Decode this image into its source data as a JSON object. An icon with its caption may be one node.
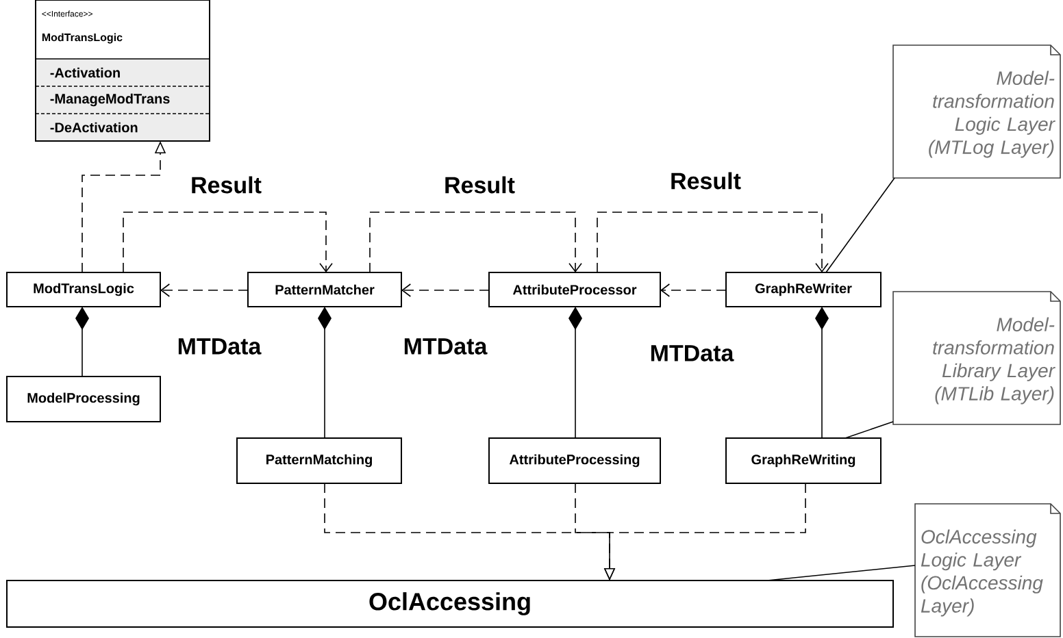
{
  "diagram": {
    "nodes": [
      {
        "text": [
          "<<Interface>>",
          "ModTransLogic",
          "-Activation",
          "-ManageModTrans",
          "-DeActivation"
        ]
      },
      {
        "text": [
          "ModTransLogic"
        ]
      },
      {
        "text": [
          "PatternMatcher"
        ]
      },
      {
        "text": [
          "AttributeProcessor"
        ]
      },
      {
        "text": [
          "GraphReWriter"
        ]
      },
      {
        "text": [
          "ModelProcessing"
        ]
      },
      {
        "text": [
          "PatternMatching"
        ]
      },
      {
        "text": [
          "AttributeProcessing"
        ]
      },
      {
        "text": [
          "GraphReWriting"
        ]
      },
      {
        "text": [
          "OclAccessing"
        ]
      },
      {
        "text": [
          "Model-transformation Logic Layer (MTLog Layer)"
        ]
      },
      {
        "text": [
          "Model-transformation Library Layer (MTLib Layer)"
        ]
      },
      {
        "text": [
          "OclAccessing Logic Layer (OclAccessing Layer)"
        ]
      }
    ],
    "edges": [
      {
        "from": 1,
        "to": 0,
        "arrow": "to",
        "style": "dashed"
      },
      {
        "from": 1,
        "to": 2,
        "arrow": "to",
        "style": "dashed",
        "label": "Result"
      },
      {
        "from": 2,
        "to": 3,
        "arrow": "to",
        "style": "dashed",
        "label": "Result"
      },
      {
        "from": 3,
        "to": 4,
        "arrow": "to",
        "style": "dashed",
        "label": "Result"
      },
      {
        "from": 2,
        "to": 1,
        "arrow": "to",
        "style": "dashed",
        "label": "MTData"
      },
      {
        "from": 3,
        "to": 2,
        "arrow": "to",
        "style": "dashed",
        "label": "MTData"
      },
      {
        "from": 4,
        "to": 3,
        "arrow": "to",
        "style": "dashed",
        "label": "MTData"
      },
      {
        "from": 1,
        "to": 5,
        "arrow": "other"
      },
      {
        "from": 2,
        "to": 6,
        "arrow": "other"
      },
      {
        "from": 3,
        "to": 7,
        "arrow": "other"
      },
      {
        "from": 4,
        "to": 8,
        "arrow": "other"
      },
      {
        "from": 6,
        "to": 9,
        "arrow": "to",
        "style": "dashed"
      },
      {
        "from": 7,
        "to": 9,
        "arrow": "to",
        "style": "dashed"
      },
      {
        "from": 8,
        "to": 9,
        "arrow": "to",
        "style": "dashed"
      },
      {
        "from": 10,
        "to": 4,
        "arrow": "none"
      },
      {
        "from": 11,
        "to": 8,
        "arrow": "none"
      },
      {
        "from": 12,
        "to": 9,
        "arrow": "none"
      }
    ]
  }
}
